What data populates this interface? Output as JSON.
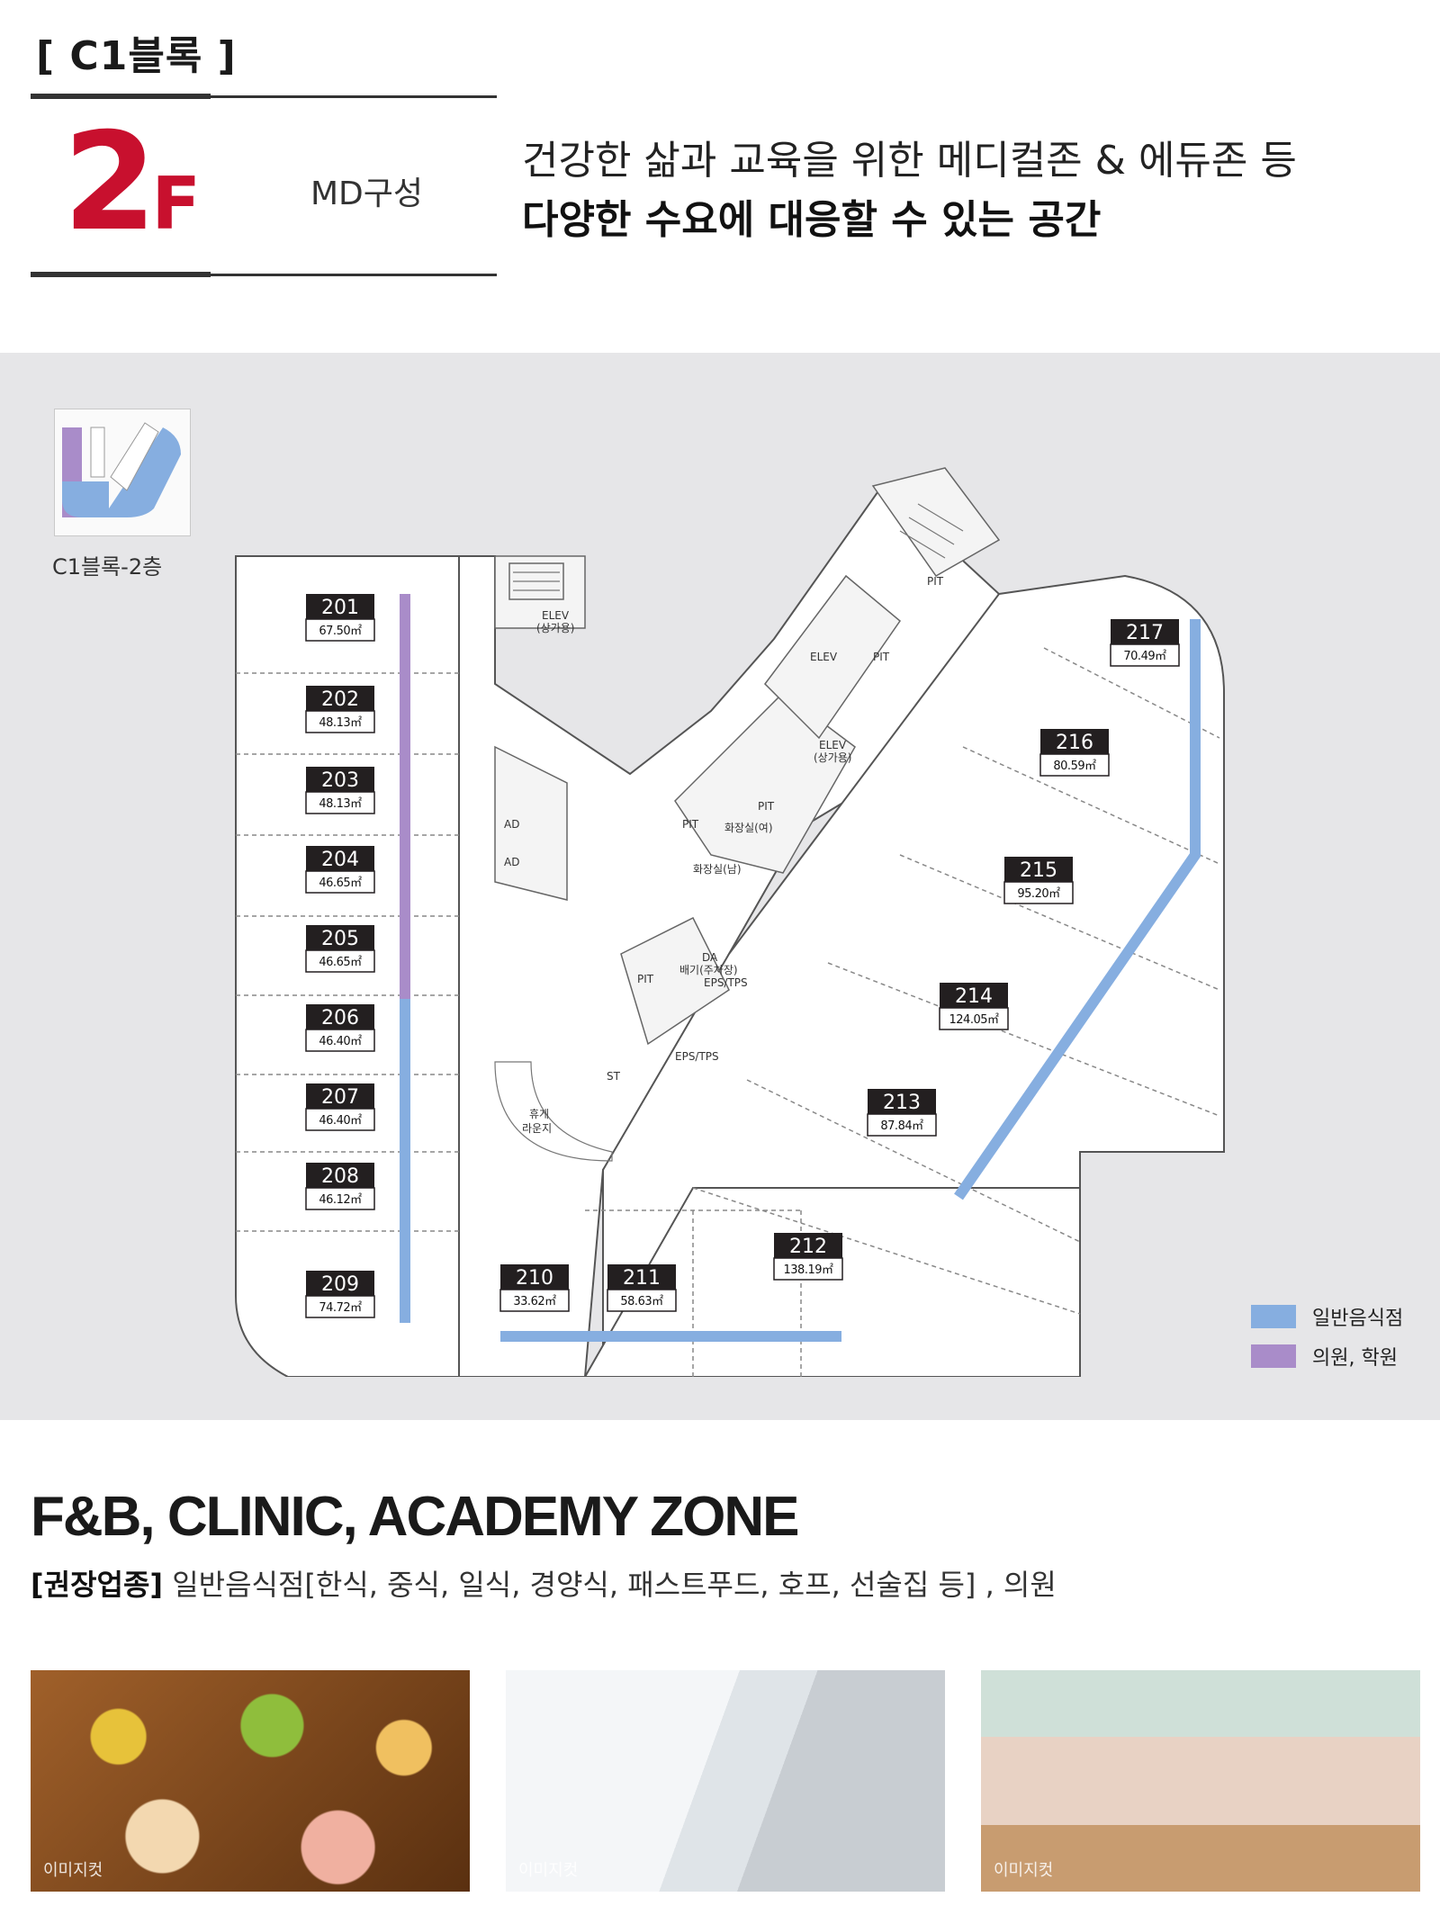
{
  "header": {
    "block_label": "[ C1블록 ]",
    "floor_number": "2",
    "floor_unit": "F",
    "md_label": "MD구성",
    "headline_line1": "건강한 삶과 교육을 위한 메디컬존 & 에듀존 등",
    "headline_line2": "다양한 수요에 대응할 수 있는 공간"
  },
  "colors": {
    "accent_red": "#c8102e",
    "restaurant_blue": "#86aee0",
    "clinic_purple": "#a98cc9",
    "panel_bg": "#e6e6e8"
  },
  "mini_map": {
    "caption": "C1블록-2층"
  },
  "units": [
    {
      "no": "201",
      "area": "67.50㎡",
      "use": "clinic"
    },
    {
      "no": "202",
      "area": "48.13㎡",
      "use": "clinic"
    },
    {
      "no": "203",
      "area": "48.13㎡",
      "use": "clinic"
    },
    {
      "no": "204",
      "area": "46.65㎡",
      "use": "clinic"
    },
    {
      "no": "205",
      "area": "46.65㎡",
      "use": "clinic"
    },
    {
      "no": "206",
      "area": "46.40㎡",
      "use": "restaurant"
    },
    {
      "no": "207",
      "area": "46.40㎡",
      "use": "restaurant"
    },
    {
      "no": "208",
      "area": "46.12㎡",
      "use": "restaurant"
    },
    {
      "no": "209",
      "area": "74.72㎡",
      "use": "restaurant"
    },
    {
      "no": "210",
      "area": "33.62㎡",
      "use": "restaurant"
    },
    {
      "no": "211",
      "area": "58.63㎡",
      "use": "restaurant"
    },
    {
      "no": "212",
      "area": "138.19㎡",
      "use": "restaurant"
    },
    {
      "no": "213",
      "area": "87.84㎡",
      "use": "restaurant"
    },
    {
      "no": "214",
      "area": "124.05㎡",
      "use": "restaurant"
    },
    {
      "no": "215",
      "area": "95.20㎡",
      "use": "restaurant"
    },
    {
      "no": "216",
      "area": "80.59㎡",
      "use": "restaurant"
    },
    {
      "no": "217",
      "area": "70.49㎡",
      "use": "restaurant"
    }
  ],
  "plan_labels": {
    "elev_1": "ELEV",
    "elev_1b": "(상가용)",
    "elev_2": "ELEV",
    "elev_3": "ELEV",
    "elev_3b": "(상가용)",
    "pit_1": "PIT",
    "pit_2": "PIT",
    "pit_3": "PIT",
    "pit_4": "PIT",
    "pit_5": "PIT",
    "ad_1": "AD",
    "ad_2": "AD",
    "toilet_f": "화장실(여)",
    "toilet_m": "화장실(남)",
    "da": "DA",
    "exhaust": "배기(주차장)",
    "eps_1": "EPS/TPS",
    "eps_2": "EPS/TPS",
    "st": "ST",
    "lounge_1": "휴게",
    "lounge_2": "라운지"
  },
  "legend": {
    "restaurant": "일반음식점",
    "clinic": "의원, 학원"
  },
  "zone": {
    "title": "F&B, CLINIC, ACADEMY ZONE",
    "recommend_tag": "[권장업종]",
    "recommend_text": " 일반음식점[한식, 중식, 일식, 경양식, 패스트푸드, 호프, 선술집 등] , 의원"
  },
  "photos": [
    {
      "caption": "이미지컷"
    },
    {
      "caption": "이미지컷"
    },
    {
      "caption": "이미지컷"
    }
  ]
}
